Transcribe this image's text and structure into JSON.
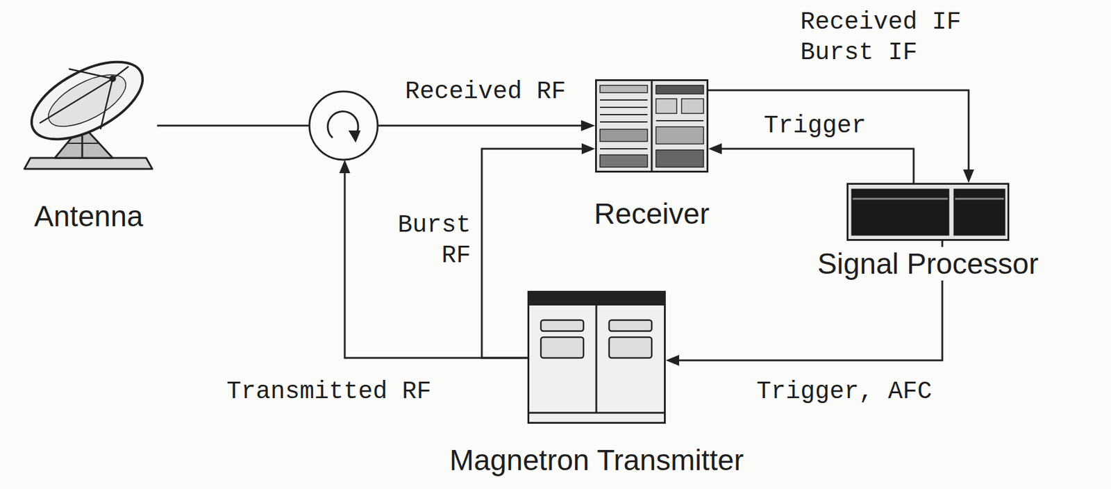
{
  "diagram": {
    "nodes": [
      {
        "text": [
          "Antenna"
        ]
      },
      {
        "text": [
          "Receiver"
        ]
      },
      {
        "text": [
          "Signal Processor"
        ]
      },
      {
        "text": [
          "Magnetron Transmitter"
        ]
      }
    ],
    "edges": [
      {
        "from": 1,
        "to": 2,
        "arrow": "to",
        "label": "Received IF Burst IF"
      },
      {
        "from": 2,
        "to": 1,
        "arrow": "to",
        "label": "Trigger"
      },
      {
        "from": 2,
        "to": 3,
        "arrow": "to",
        "label": "Trigger, AFC"
      },
      {
        "from": 3,
        "to": 1,
        "arrow": "to",
        "label": "Burst RF"
      }
    ],
    "labels": [
      "Received RF",
      "Transmitted RF"
    ]
  }
}
